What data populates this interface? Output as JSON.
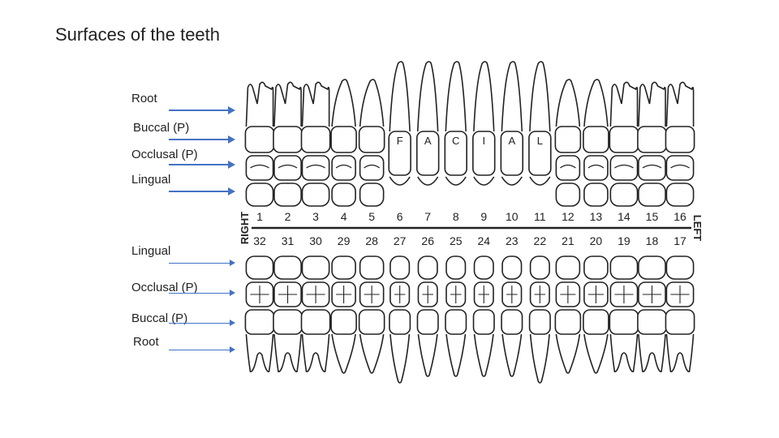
{
  "title": "Surfaces of the teeth",
  "upper_labels": [
    "Root",
    "Buccal (P)",
    "Occlusal (P)",
    "Lingual"
  ],
  "lower_labels": [
    "Lingual",
    "Occlusal (P)",
    "Buccal (P)",
    "Root"
  ],
  "surface_letters": [
    "F",
    "A",
    "C",
    "I",
    "A",
    "L"
  ],
  "side_labels": {
    "right": "RIGHT",
    "left": "LEFT"
  },
  "upper_numbers": [
    "1",
    "2",
    "3",
    "4",
    "5",
    "6",
    "7",
    "8",
    "9",
    "10",
    "11",
    "12",
    "13",
    "14",
    "15",
    "16"
  ],
  "lower_numbers": [
    "32",
    "31",
    "30",
    "29",
    "28",
    "27",
    "26",
    "25",
    "24",
    "23",
    "22",
    "21",
    "20",
    "19",
    "18",
    "17"
  ],
  "colors": {
    "arrow": "#4472c4",
    "line": "#222222"
  }
}
